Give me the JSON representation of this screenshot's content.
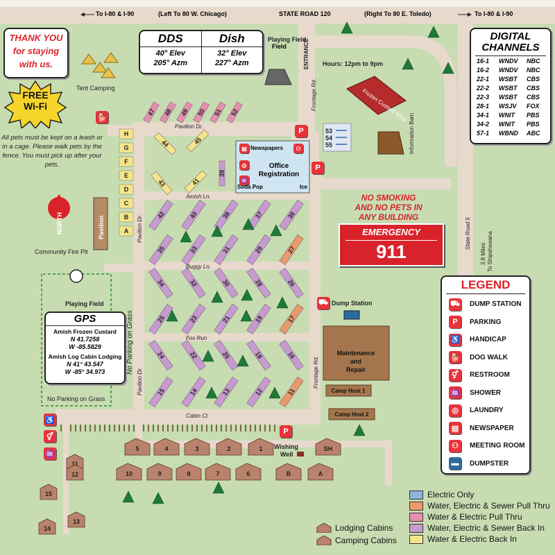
{
  "top_road": {
    "left_arrow_label": "To I-80 & I-90",
    "left_note": "(Left To 80 W. Chicago)",
    "name": "STATE ROAD 120",
    "right_note": "(Right To 80 E. Toledo)",
    "right_arrow_label": "To I-80 & I-90"
  },
  "thank_you": {
    "line1": "THANK YOU",
    "line2": "for staying",
    "line3": "with us."
  },
  "satellite": {
    "col1": "DDS",
    "col2": "Dish",
    "col1_elev": "40° Elev",
    "col1_azm": "205° Azm",
    "col2_elev": "32° Elev",
    "col2_azm": "227° Azm"
  },
  "labels": {
    "playing_field_top": "Playing Field",
    "entrance": "ENTRANCE",
    "frontage_rd_top": "Frontage Rd.",
    "frontage_rd_bottom": "Frontage Rd.",
    "hours": "Hours: 12pm to 9pm",
    "custard_shop": "Frozen Custard Shop",
    "info_barn": "Information Barn",
    "tent_camping": "Tent Camping",
    "wifi_line1": "FREE",
    "wifi_line2": "Wi-Fi",
    "pets_note": "All pets must be kept on a leash or in a cage. Please walk pets by the fence. You must pick up after your pets.",
    "north": "NORTH",
    "pavilion": "Pavilion",
    "pavilion_dr_left": "Pavilion Dr.",
    "pavilion_dr_bottom": "Pavilion Dr.",
    "pavilion_dr_top": "Pavilion Dr.",
    "community_fire_pit": "Community Fire Pit",
    "playing_field_left": "Playing Field",
    "no_parking_vertical": "No Parking on Grass",
    "no_parking_bottom": "No Parking on Grass",
    "amish_ln": "Amish Ln.",
    "buggy_ln": "Buggy Ln.",
    "fox_run": "Fox Run",
    "cabin_ct": "Cabin Ct.",
    "newspapers": "Newspapers",
    "office_line1": "Office",
    "office_line2": "Registration",
    "soda_pop": "Soda Pop",
    "ice": "Ice",
    "no_smoking_line1": "NO SMOKING",
    "no_smoking_line2": "AND NO PETS IN",
    "no_smoking_line3": "ANY BUILDING",
    "emergency": "EMERGENCY",
    "emergency_number": "911",
    "state_road_5": "State Road 5",
    "to_shipshewana_line1": "3.8 Miles",
    "to_shipshewana_line2": "To Shipshewana",
    "dump_station": "Dump Station",
    "maintenance_line1": "Maintenance",
    "maintenance_line2": "and",
    "maintenance_line3": "Repair",
    "camp_host_1": "Camp Host 1",
    "camp_host_2": "Camp Host 2",
    "wishing_line1": "Wishing",
    "wishing_line2": "Well",
    "pull_sites": [
      "53",
      "54",
      "55"
    ]
  },
  "gps": {
    "title": "GPS",
    "place1": "Amish Frozen Custard",
    "place1_n": "N 41.7258",
    "place1_w": "W -85.5829",
    "place2": "Amish Log Cabin Lodging",
    "place2_n": "N 41° 43.547",
    "place2_w": "W -85° 34.973"
  },
  "channels": {
    "title_line1": "DIGITAL",
    "title_line2": "CHANNELS",
    "rows": [
      [
        "16-1",
        "WNDV",
        "NBC"
      ],
      [
        "16-2",
        "WNDV",
        "NBC"
      ],
      [
        "22-1",
        "WSBT",
        "CBS"
      ],
      [
        "22-2",
        "WSBT",
        "CBS"
      ],
      [
        "22-3",
        "WSBT",
        "CBS"
      ],
      [
        "28-1",
        "WSJV",
        "FOX"
      ],
      [
        "34-1",
        "WNIT",
        "PBS"
      ],
      [
        "34-2",
        "WNIT",
        "PBS"
      ],
      [
        "57-1",
        "WBND",
        "ABC"
      ]
    ]
  },
  "legend": {
    "title": "LEGEND",
    "items": [
      {
        "label": "DUMP STATION",
        "icon": "dump-station-icon",
        "glyph": "⛟"
      },
      {
        "label": "PARKING",
        "icon": "parking-icon",
        "glyph": "P"
      },
      {
        "label": "HANDICAP",
        "icon": "handicap-icon",
        "glyph": "♿"
      },
      {
        "label": "DOG WALK",
        "icon": "dog-walk-icon",
        "glyph": "🐕"
      },
      {
        "label": "RESTROOM",
        "icon": "restroom-icon",
        "glyph": "⚥"
      },
      {
        "label": "SHOWER",
        "icon": "shower-icon",
        "glyph": "♒"
      },
      {
        "label": "LAUNDRY",
        "icon": "laundry-icon",
        "glyph": "◎"
      },
      {
        "label": "NEWSPAPER",
        "icon": "newspaper-icon",
        "glyph": "▤"
      },
      {
        "label": "MEETING ROOM",
        "icon": "meeting-room-icon",
        "glyph": "⚇"
      },
      {
        "label": "DUMPSTER",
        "icon": "dumpster-icon",
        "glyph": "▬"
      }
    ]
  },
  "site_types": [
    {
      "label": "Electric Only",
      "color": "#8fb3d9"
    },
    {
      "label": "Water, Electric & Sewer Pull Thru",
      "color": "#e89a6a"
    },
    {
      "label": "Water & Electric Pull Thru",
      "color": "#e58fae"
    },
    {
      "label": "Water, Electric & Sewer Back In",
      "color": "#c79ad0"
    },
    {
      "label": "Water & Electric Back In",
      "color": "#f4e58a"
    }
  ],
  "cabin_types": [
    {
      "label": "Lodging Cabins"
    },
    {
      "label": "Camping Cabins"
    }
  ],
  "tent_sites": [
    "H",
    "G",
    "F",
    "E",
    "D",
    "C",
    "B",
    "A"
  ],
  "top_sites": [
    "47",
    "48",
    "49",
    "50",
    "51",
    "52"
  ],
  "row_sites_1": [
    "44",
    "45"
  ],
  "row_sites_2": [
    "43",
    "41",
    "39"
  ],
  "row_sites_3": [
    "42",
    "40",
    "38",
    "37",
    "36"
  ],
  "row_sites_4": [
    "35",
    "33",
    "31",
    "29",
    "27"
  ],
  "row_sites_5": [
    "34",
    "32",
    "30",
    "28",
    "26"
  ],
  "row_sites_6": [
    "25",
    "23",
    "21",
    "19",
    "17"
  ],
  "row_sites_7": [
    "24",
    "22",
    "20",
    "18",
    "16"
  ],
  "row_sites_8": [
    "15",
    "14",
    "13",
    "12",
    "11"
  ],
  "cabins_row1": [
    "5",
    "4",
    "3",
    "2",
    "1",
    "SH"
  ],
  "cabins_row2": [
    "10",
    "9",
    "8",
    "7",
    "6",
    "B",
    "A"
  ],
  "camping_cabins": [
    "11",
    "12",
    "15",
    "13",
    "14"
  ],
  "colors": {
    "road": "#e8d9cd",
    "grass": "#c8dcb2",
    "red": "#d8232a",
    "brown": "#8b6b4a"
  }
}
